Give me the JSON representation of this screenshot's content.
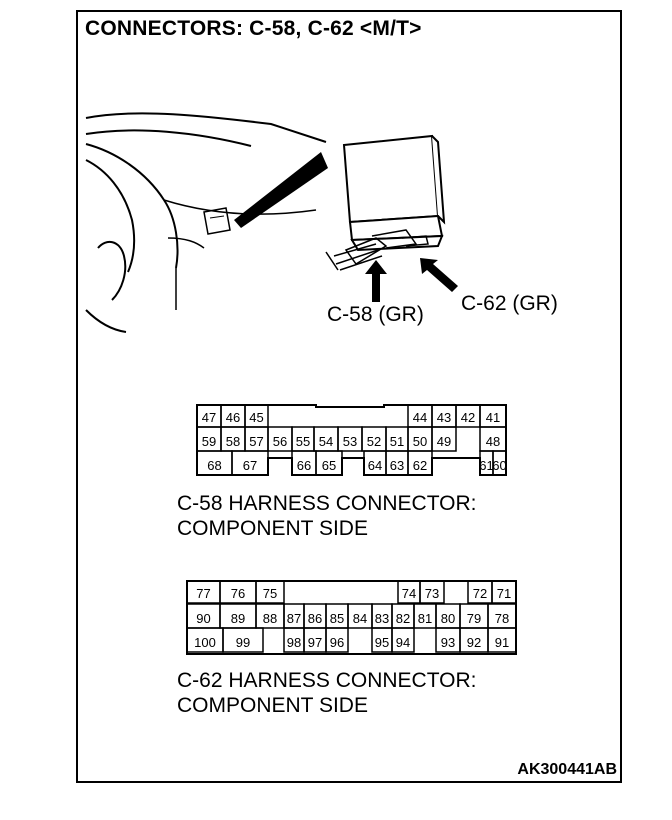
{
  "title": "CONNECTORS: C-58, C-62 <M/T>",
  "illustration": {
    "label_c58": "C-58 (GR)",
    "label_c62": "C-62 (GR)"
  },
  "c58": {
    "row1_left": [
      "47",
      "46",
      "45"
    ],
    "row1_right": [
      "44",
      "43",
      "42",
      "41"
    ],
    "row2": [
      "59",
      "58",
      "57",
      "56",
      "55",
      "54",
      "53",
      "52",
      "51",
      "50",
      "49",
      "48"
    ],
    "row3_left": [
      "68",
      "67"
    ],
    "row3_mid_a": [
      "66",
      "65"
    ],
    "row3_mid_b": [
      "64",
      "63",
      "62"
    ],
    "row3_right": [
      "61",
      "60"
    ],
    "caption_line1": "C-58 HARNESS CONNECTOR:",
    "caption_line2": "COMPONENT SIDE"
  },
  "c62": {
    "row1_left": [
      "77",
      "76",
      "75"
    ],
    "row1_mid": [
      "74",
      "73"
    ],
    "row1_right": [
      "72",
      "71"
    ],
    "row2": [
      "90",
      "89",
      "88",
      "87",
      "86",
      "85",
      "84",
      "83",
      "82",
      "81",
      "80",
      "79",
      "78"
    ],
    "row3_left": [
      "100",
      "99"
    ],
    "row3_mid_a": [
      "98",
      "97",
      "96"
    ],
    "row3_mid_b": [
      "95",
      "94"
    ],
    "row3_right": [
      "93",
      "92",
      "91"
    ],
    "caption_line1": "C-62 HARNESS CONNECTOR:",
    "caption_line2": "COMPONENT SIDE"
  },
  "figure_code": "AK300441AB"
}
